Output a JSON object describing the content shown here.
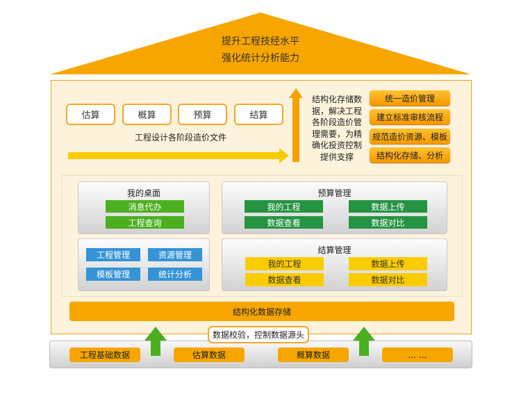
{
  "roof": {
    "line1": "提升工程技经水平",
    "line2": "强化统计分析能力"
  },
  "stages": [
    "估算",
    "概算",
    "预算",
    "结算"
  ],
  "stage_caption": "工程设计各阶段造价文件",
  "side_text": "结构化存储数据，解决工程各阶段造价管理需要，为精确化投资控制提供支撑",
  "benefits": [
    "统一造价管理",
    "建立标准审核流程",
    "规范造价资源、模板",
    "结构化存储、分析"
  ],
  "desk": {
    "title": "我的桌面",
    "items": [
      "消息代办",
      "工程查询"
    ]
  },
  "budget": {
    "title": "预算管理",
    "items": [
      "我的工程",
      "数据上传",
      "数据查看",
      "数据对比"
    ]
  },
  "tools": {
    "items": [
      "工程管理",
      "资源管理",
      "模板管理",
      "统计分析"
    ]
  },
  "settle": {
    "title": "结算管理",
    "items": [
      "我的工程",
      "数据上传",
      "数据查看",
      "数据对比"
    ]
  },
  "storage": "结构化数据存储",
  "validation": "数据校验，控制数据源头",
  "data_sources": [
    "工程基础数据",
    "估算数据",
    "概算数据",
    "... ..."
  ],
  "colors": {
    "orange": "#f7a600",
    "green": "#4caf1f",
    "dark_green": "#249442",
    "blue": "#3593d6",
    "yellow": "#f9cc00"
  }
}
